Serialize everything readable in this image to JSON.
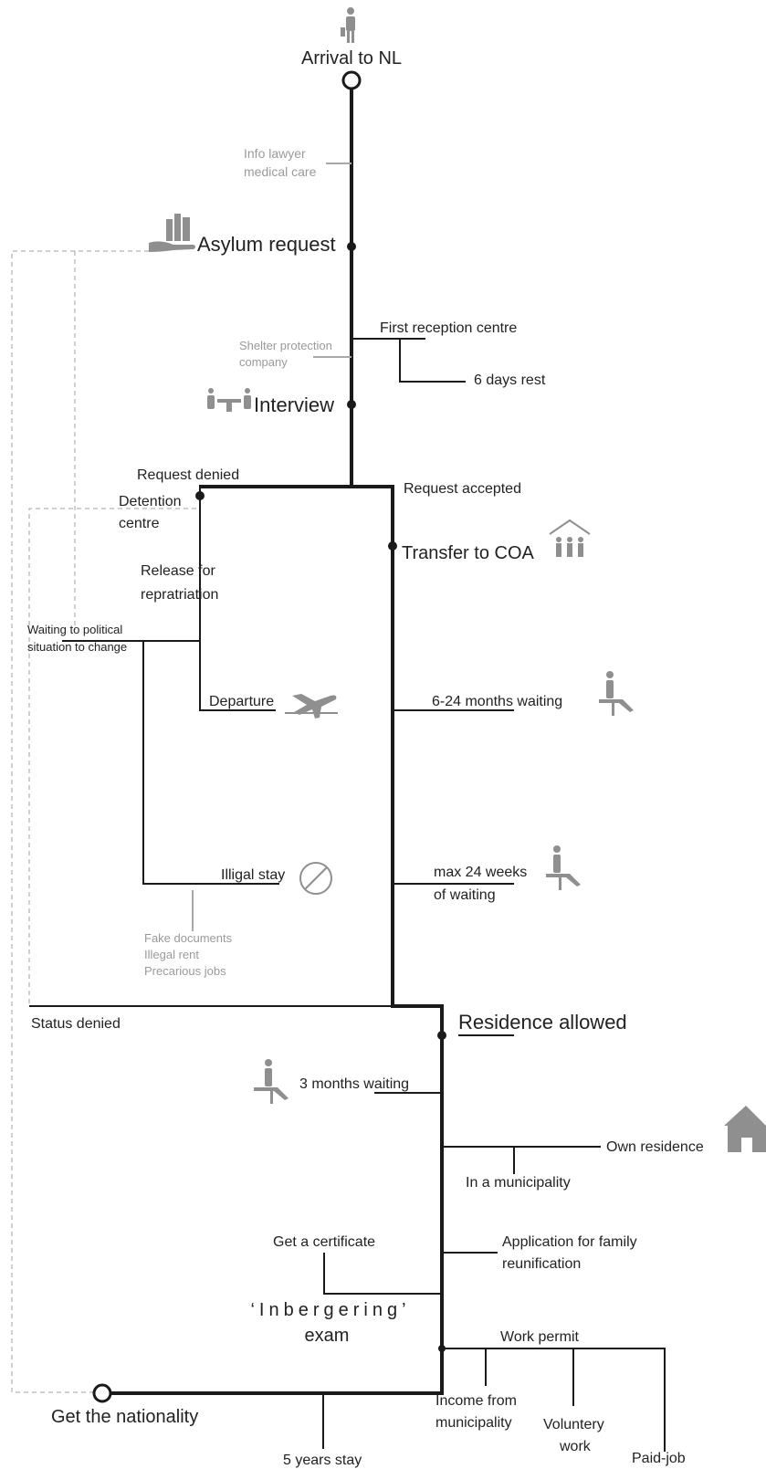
{
  "start": "Arrival to NL",
  "info_lawyer": [
    "Info lawyer",
    "medical care"
  ],
  "asylum_request": "Asylum request",
  "first_reception": "First reception centre",
  "six_days": "6 days rest",
  "shelter": [
    "Shelter protection",
    "company"
  ],
  "interview": "Interview",
  "request_denied": "Request denied",
  "request_accepted": "Request accepted",
  "detention": [
    "Detention",
    "centre"
  ],
  "release": [
    "Release for",
    "repratriation"
  ],
  "waiting_political": [
    "Waiting to political",
    "situation to change"
  ],
  "departure": "Departure",
  "transfer": "Transfer to COA",
  "waiting_6_24": "6-24 months waiting",
  "illigal_stay": "Illigal stay",
  "max_24": [
    "max 24 weeks",
    "of waiting"
  ],
  "illegal_notes": [
    "Fake documents",
    "Illegal rent",
    "Precarious jobs"
  ],
  "status_denied": "Status denied",
  "residence_allowed": "Residence allowed",
  "three_months": "3 months waiting",
  "own_residence": "Own residence",
  "municipality": "In a municipality",
  "get_certificate": "Get a certificate",
  "family": [
    "Application for family",
    "reunification"
  ],
  "inbergering": [
    "‘Inbergering’",
    "exam"
  ],
  "work_permit": "Work permit",
  "income": [
    "Income from",
    "municipality"
  ],
  "voluntery": [
    "Voluntery",
    "work"
  ],
  "paid_job": "Paid-job",
  "nationality": "Get the nationality",
  "five_years": "5 years stay",
  "colors": {
    "line": "#1a1a1a",
    "secondary": "#9a9a9a",
    "dashed": "#a0a0a0"
  }
}
